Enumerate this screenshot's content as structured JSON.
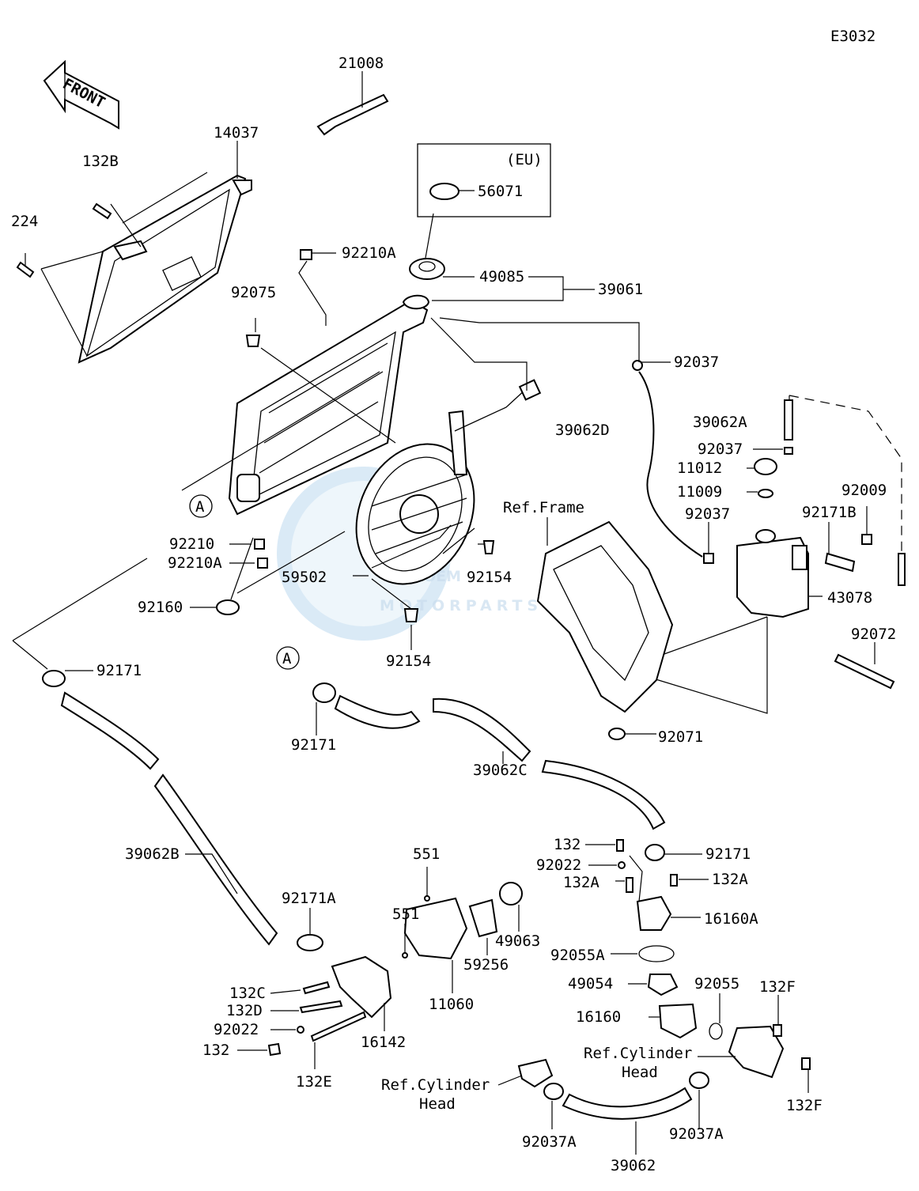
{
  "diagram_code": "E3032",
  "front_arrow_label": "FRONT",
  "eu_box_label": "(EU)",
  "watermark": {
    "brand": "OEM",
    "sub": "MOTORPARTS"
  },
  "callout_A": "A",
  "labels": {
    "p21008": "21008",
    "p14037": "14037",
    "p132B": "132B",
    "p224": "224",
    "p56071": "56071",
    "p92210A_top": "92210A",
    "p49085": "49085",
    "p39061": "39061",
    "p92075": "92075",
    "p92037_top": "92037",
    "p39062A": "39062A",
    "p39062D": "39062D",
    "p92037_mid": "92037",
    "p11012": "11012",
    "p11009": "11009",
    "p92009": "92009",
    "ref_frame": "Ref.Frame",
    "p92037_low": "92037",
    "p92171B": "92171B",
    "p92210": "92210",
    "p92210A_low": "92210A",
    "p59502": "59502",
    "p92154_a": "92154",
    "p43078": "43078",
    "p92160": "92160",
    "p92072": "92072",
    "p92154_b": "92154",
    "p92171_left": "92171",
    "p92171_mid": "92171",
    "p92071": "92071",
    "p39062C": "39062C",
    "p132_right": "132",
    "p92022_right": "92022",
    "p92171_right": "92171",
    "p132A_left": "132A",
    "p132A_right": "132A",
    "p39062B": "39062B",
    "p551_top": "551",
    "p16160A": "16160A",
    "p92171A": "92171A",
    "p551_mid": "551",
    "p49063": "49063",
    "p92055A": "92055A",
    "p59256": "59256",
    "p49054": "49054",
    "p92055": "92055",
    "p132F_top": "132F",
    "p132C": "132C",
    "p11060": "11060",
    "p132D": "132D",
    "p16160": "16160",
    "p92022_left": "92022",
    "p16142": "16142",
    "p132_left": "132",
    "ref_cyl_head_right_1": "Ref.Cylinder",
    "ref_cyl_head_right_2": "Head",
    "p132E": "132E",
    "ref_cyl_head_left_1": "Ref.Cylinder",
    "ref_cyl_head_left_2": "Head",
    "p132F_bottom": "132F",
    "p92037A_left": "92037A",
    "p92037A_right": "92037A",
    "p39062": "39062"
  }
}
